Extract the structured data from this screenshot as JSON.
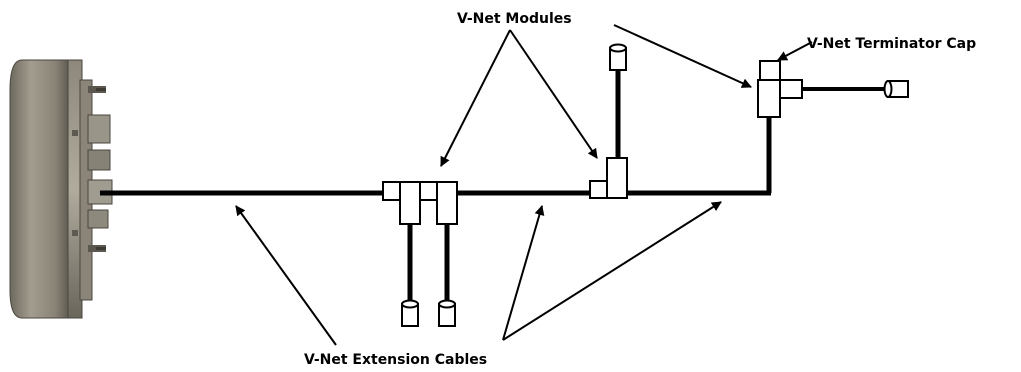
{
  "labels": {
    "modules": "V-Net Modules",
    "terminator": "V-Net Terminator Cap",
    "cables": "V-Net Extension Cables"
  },
  "colors": {
    "line": "#000000",
    "background": "#ffffff",
    "housing_light": "#9a9486",
    "housing_mid": "#7a7466",
    "housing_dark": "#4e4a42"
  }
}
